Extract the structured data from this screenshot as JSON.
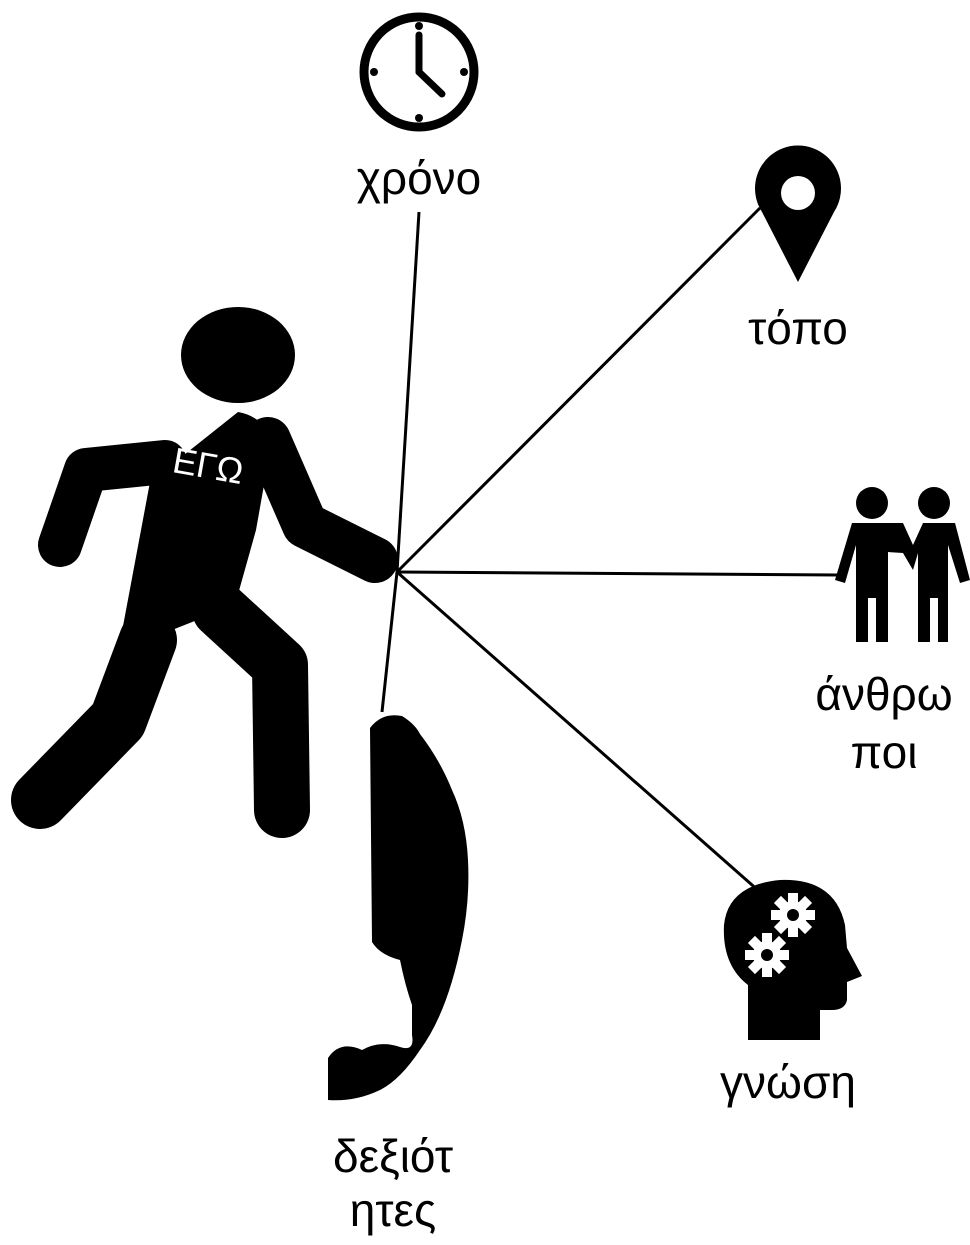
{
  "person": {
    "shirt_text": "ΕΓΩ",
    "icon": "running-person-icon"
  },
  "nodes": {
    "time": {
      "label": "χρόνο",
      "icon": "clock-icon"
    },
    "place": {
      "label": "τόπο",
      "icon": "map-pin-icon"
    },
    "people": {
      "label_line1": "άνθρω",
      "label_line2": "ποι",
      "icon": "two-people-icon"
    },
    "knowledge": {
      "label": "γνώση",
      "icon": "head-gears-icon"
    },
    "skills": {
      "label_line1": "δεξιότ",
      "label_line2": "ητες",
      "icon": "flexed-arm-icon"
    }
  },
  "colors": {
    "ink": "#000000",
    "background": "#ffffff"
  }
}
